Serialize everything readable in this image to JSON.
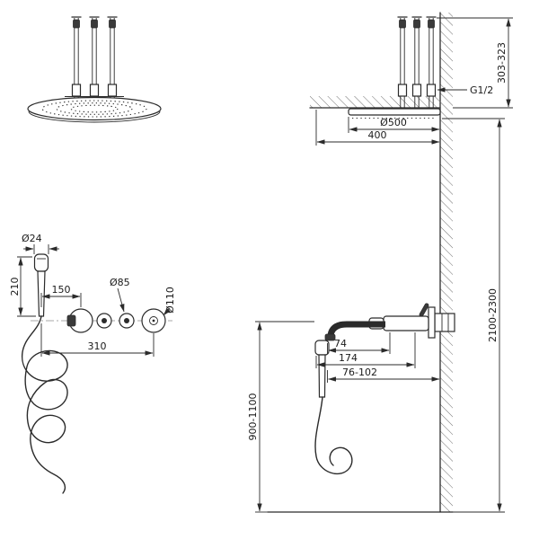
{
  "dims": {
    "ceiling_clearance": "303-323",
    "thread": "G1/2",
    "head_diameter": "Ø500",
    "offset_from_wall": "400",
    "mounting_height": "2100-2300",
    "handshower_diameter": "Ø24",
    "handshower_length": "210",
    "holder_spacing": "150",
    "knob_diameter": "Ø85",
    "escutcheon_diameter": "Ø110",
    "trim_width": "310",
    "spout_drop": "74",
    "spout_reach": "174",
    "inwall_depth": "76-102",
    "mixer_height": "900-1100"
  }
}
